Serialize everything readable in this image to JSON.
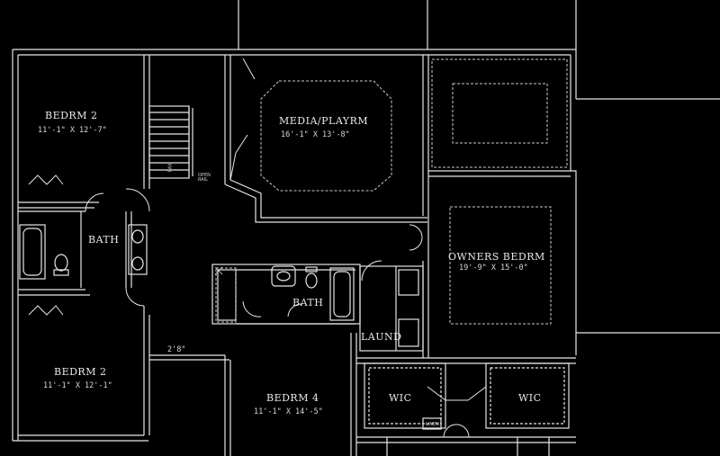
{
  "rooms": {
    "bedroom_upper_left": {
      "name": "BEDRM 2",
      "size": "11'-1\" X 12'-7\""
    },
    "bedroom_lower_left": {
      "name": "BEDRM 2",
      "size": "11'-1\" X 12'-1\""
    },
    "bath_left": {
      "name": "BATH"
    },
    "media": {
      "name": "MEDIA/PLAYRM",
      "size": "16'-1\" X 13'-8\""
    },
    "owners": {
      "name": "OWNERS BEDRM",
      "size": "19'-9\" X 15'-0\""
    },
    "bath_center": {
      "name": "BATH"
    },
    "laundry": {
      "name": "LAUND"
    },
    "bedroom_4": {
      "name": "BEDRM 4",
      "size": "11'-1\" X 14'-5\""
    },
    "wic_left": {
      "name": "WIC"
    },
    "wic_right": {
      "name": "WIC"
    }
  },
  "notes": {
    "open_rail": "OPEN RAIL",
    "rail": "RAIL",
    "attic_access": "2'8\"",
    "linen": "LINEN"
  },
  "colors": {
    "background": "#000000",
    "wall_line": "#e6e6e6",
    "dashed_line": "#cccccc"
  }
}
